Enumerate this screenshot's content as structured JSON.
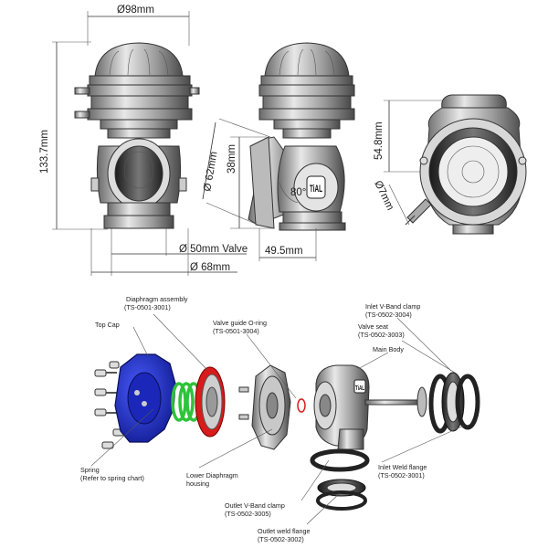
{
  "dimensions": {
    "d98": "Ø98mm",
    "h133": "133.7mm",
    "d62": "Ø 62mm",
    "h38": "38mm",
    "a80": "80°",
    "h54": "54.8mm",
    "d7": "Ø7mm",
    "d50": "Ø 50mm Valve",
    "w49": "49.5mm",
    "d68": "Ø 68mm"
  },
  "logo_text": "TiAL",
  "parts": {
    "diaphragm_assembly": {
      "name": "Diaphragm assembly",
      "code": "(TS-0501-3001)"
    },
    "top_cap": {
      "name": "Top Cap"
    },
    "valve_guide_oring": {
      "name": "Valve guide O-ring",
      "code": "(TS-0501-3004)"
    },
    "inlet_vband_clamp": {
      "name": "Inlet V-Band clamp",
      "code": "(TS-0502-3004)"
    },
    "valve_seat": {
      "name": "Valve seat",
      "code": "(TS-0502-3003)"
    },
    "main_body": {
      "name": "Main Body"
    },
    "spring": {
      "name": "Spring",
      "note": "(Refer to spring chart)"
    },
    "lower_diaphragm": {
      "name": "Lower Diaphragm",
      "name2": "housing"
    },
    "inlet_weld_flange": {
      "name": "Inlet Weld flange",
      "code": "(TS-0502-3001)"
    },
    "outlet_vband_clamp": {
      "name": "Outlet V-Band clamp",
      "code": "(TS-0502-3005)"
    },
    "outlet_weld_flange": {
      "name": "Outlet weld flange",
      "code": "(TS-0502-3002)"
    }
  },
  "colors": {
    "top_cap": "#1f2fd0",
    "spring": "#2fc23a",
    "diaphragm_ring": "#d81b1b",
    "metal_light": "#e6e6e6",
    "metal_dark": "#3a3a3a"
  }
}
